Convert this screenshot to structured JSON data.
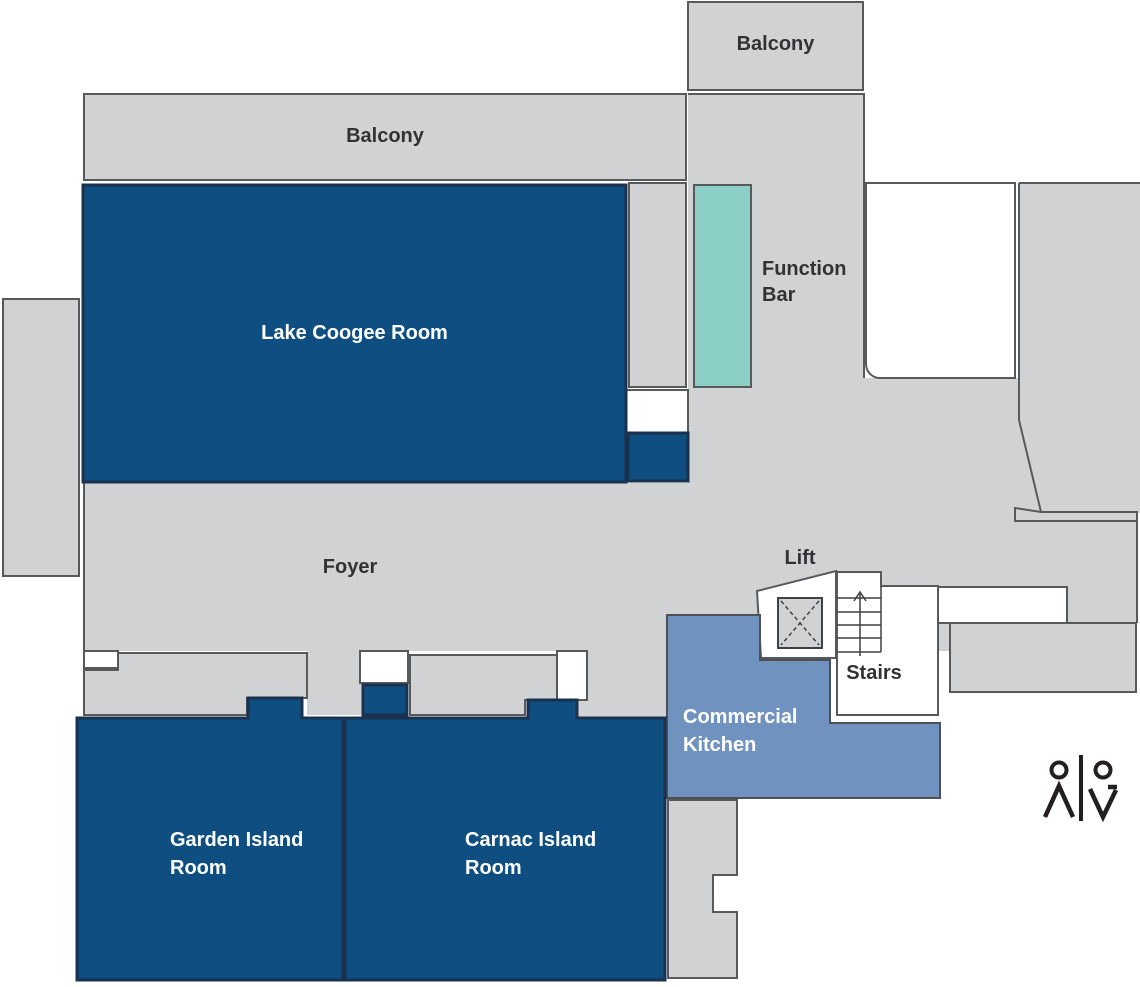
{
  "plan": {
    "regions": {
      "balcony_top": {
        "label": "Balcony"
      },
      "balcony_right": {
        "label": "Balcony"
      },
      "lake_coogee_room": {
        "label": "Lake Coogee Room"
      },
      "function_bar": {
        "label": "Function Bar"
      },
      "foyer": {
        "label": "Foyer"
      },
      "lift": {
        "label": "Lift"
      },
      "stairs": {
        "label": "Stairs"
      },
      "commercial_kitchen": {
        "label": "Commercial Kitchen"
      },
      "garden_island_room": {
        "label": "Garden Island Room"
      },
      "carnac_island_room": {
        "label": "Carnac Island Room"
      }
    },
    "icons": {
      "restrooms": "male and female restroom symbols"
    },
    "colors": {
      "room_dark_blue": "#0E4E80",
      "room_border_blue": "#1B3150",
      "kitchen_blue": "#7092BE",
      "bar_teal": "#8BCEC5",
      "floor_gray": "#D0D2D3",
      "wall_gray": "#58595B",
      "detail_line": "#3F4042",
      "label_dark": "#323235",
      "label_light": "#FFFFFF",
      "icon_black": "#231F20"
    }
  }
}
